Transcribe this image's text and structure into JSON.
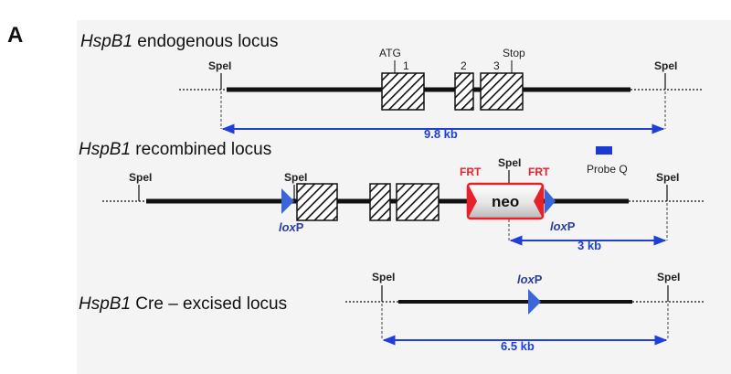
{
  "panel_letter": "A",
  "colors": {
    "panel_bg": "#f4f4f4",
    "frt_red": "#e8202a",
    "loxp_blue": "#3b66d8",
    "measure_blue": "#1f3fd8",
    "probe_blue": "#1a3ad8"
  },
  "endogenous": {
    "title_gene": "HspB1",
    "title_rest": " endogenous locus",
    "site_left": "SpeI",
    "site_right": "SpeI",
    "atg_label": "ATG",
    "stop_label": "Stop",
    "exon_labels": [
      "1",
      "2",
      "3"
    ],
    "distance": "9.8 kb"
  },
  "recombined": {
    "title_gene": "HspB1",
    "title_rest": " recombined locus",
    "site_far_left": "SpeI",
    "site_left": "SpeI",
    "site_neo": "SpeI",
    "site_right": "SpeI",
    "frt_left": "FRT",
    "frt_right": "FRT",
    "neo_label": "neo",
    "probe_label": "Probe Q",
    "loxp_left_italic": "lox",
    "loxp_left_rest": "P",
    "loxp_right_italic": "lox",
    "loxp_right_rest": "P",
    "distance": "3 kb"
  },
  "excised": {
    "title_gene": "HspB1",
    "title_rest": " Cre – excised locus",
    "site_left": "SpeI",
    "site_right": "SpeI",
    "loxp_italic": "lox",
    "loxp_rest": "P",
    "distance": "6.5 kb"
  }
}
